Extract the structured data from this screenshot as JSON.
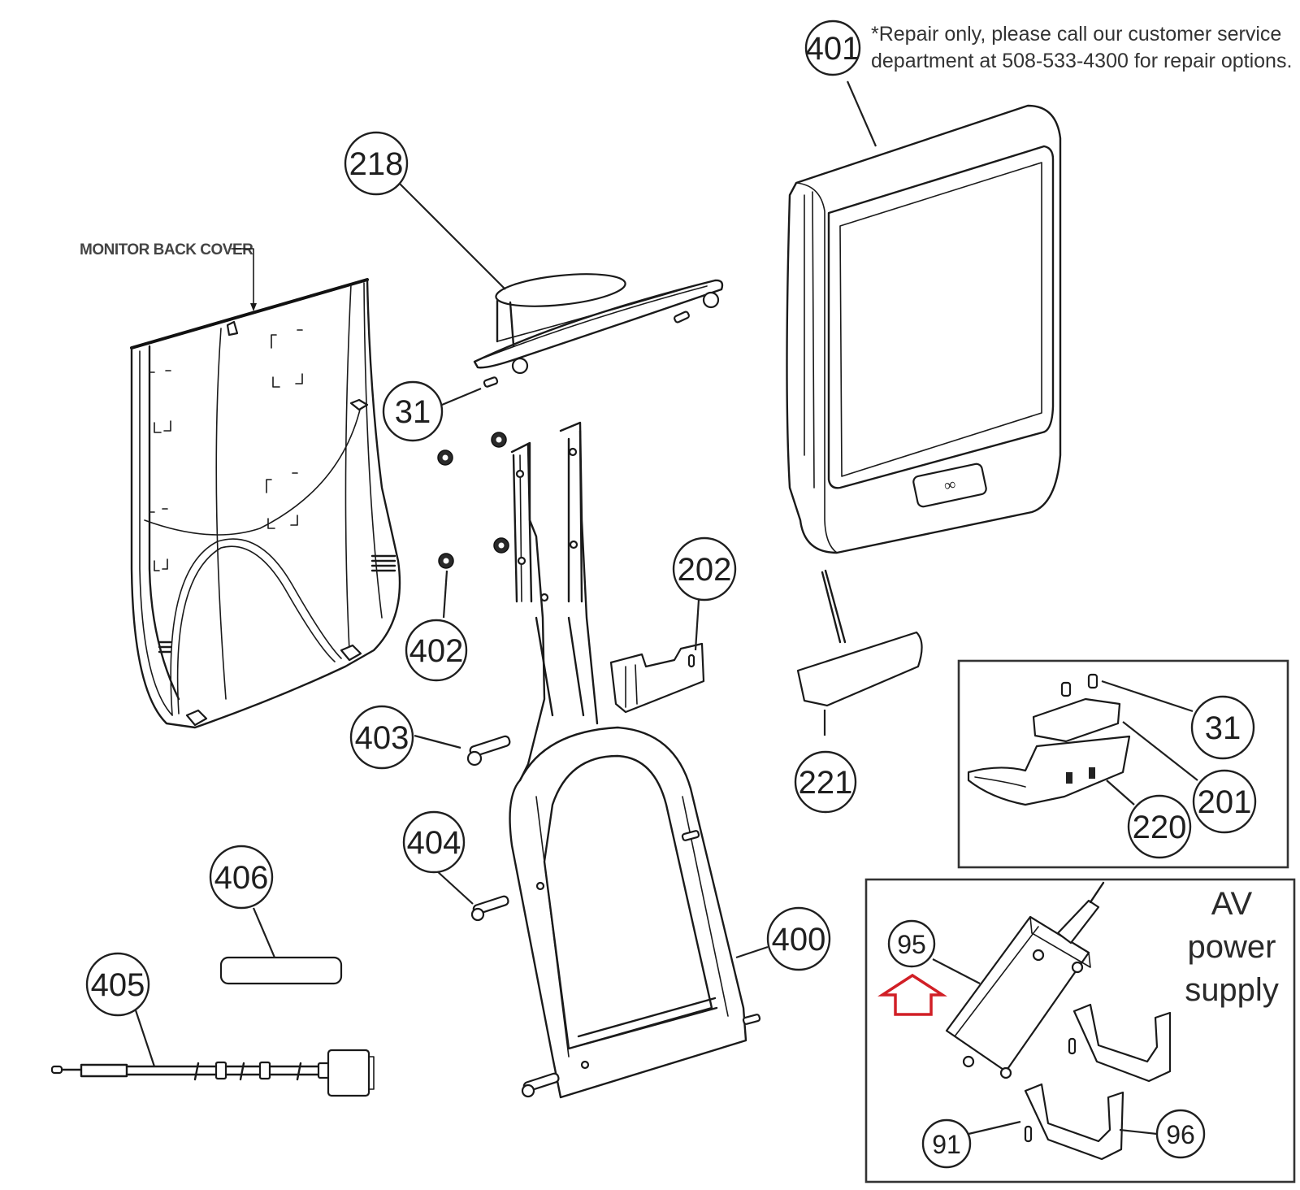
{
  "diagram": {
    "title": "Monitor assembly exploded parts diagram",
    "note": {
      "line1": "*Repair only, please call our customer service",
      "line2": "department at 508-533-4300 for repair options."
    },
    "monitor_back_cover_label": "MONITOR BACK COVER",
    "av_power_supply_label": [
      "AV",
      "power",
      "supply"
    ],
    "highlight_color": "#d11f26",
    "callouts": {
      "c401": "401",
      "c218": "218",
      "c31_main": "31",
      "c402": "402",
      "c202": "202",
      "c221": "221",
      "c403": "403",
      "c404": "404",
      "c400": "400",
      "c406": "406",
      "c405": "405",
      "c31_inset": "31",
      "c201": "201",
      "c220": "220",
      "c95": "95",
      "c91": "91",
      "c96": "96"
    },
    "highlighted_part": "95"
  }
}
